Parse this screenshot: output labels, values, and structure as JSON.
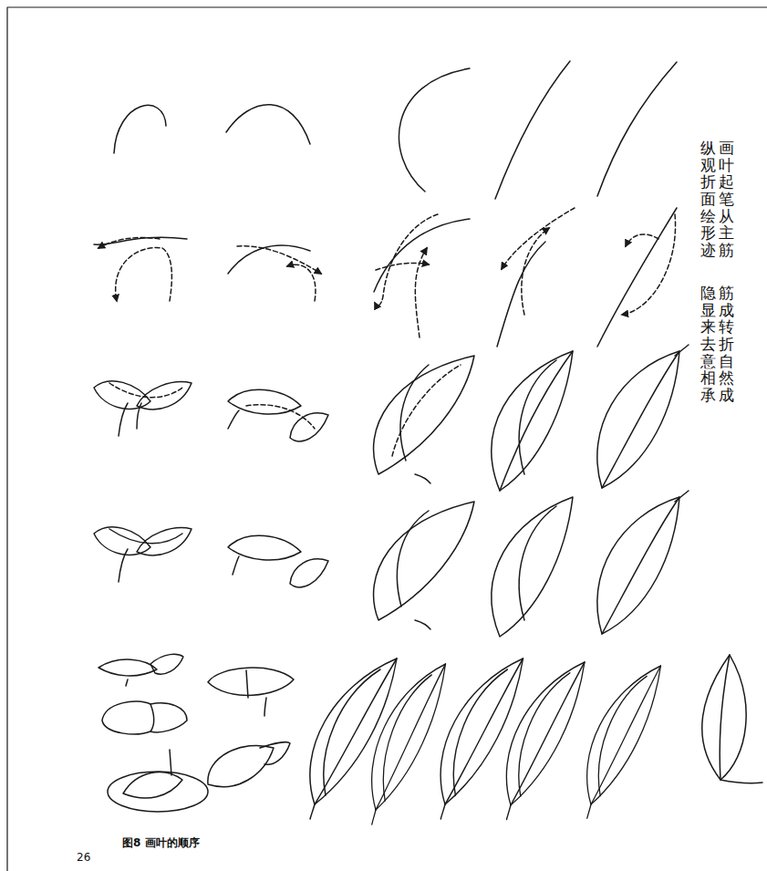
{
  "diagram": {
    "caption": "图8 画叶的顺序",
    "labels": [
      "画叶起笔从主筋",
      "筋成转折自然成",
      "纵观折面绘形迹",
      "隐显来去意相承",
      "26"
    ]
  }
}
